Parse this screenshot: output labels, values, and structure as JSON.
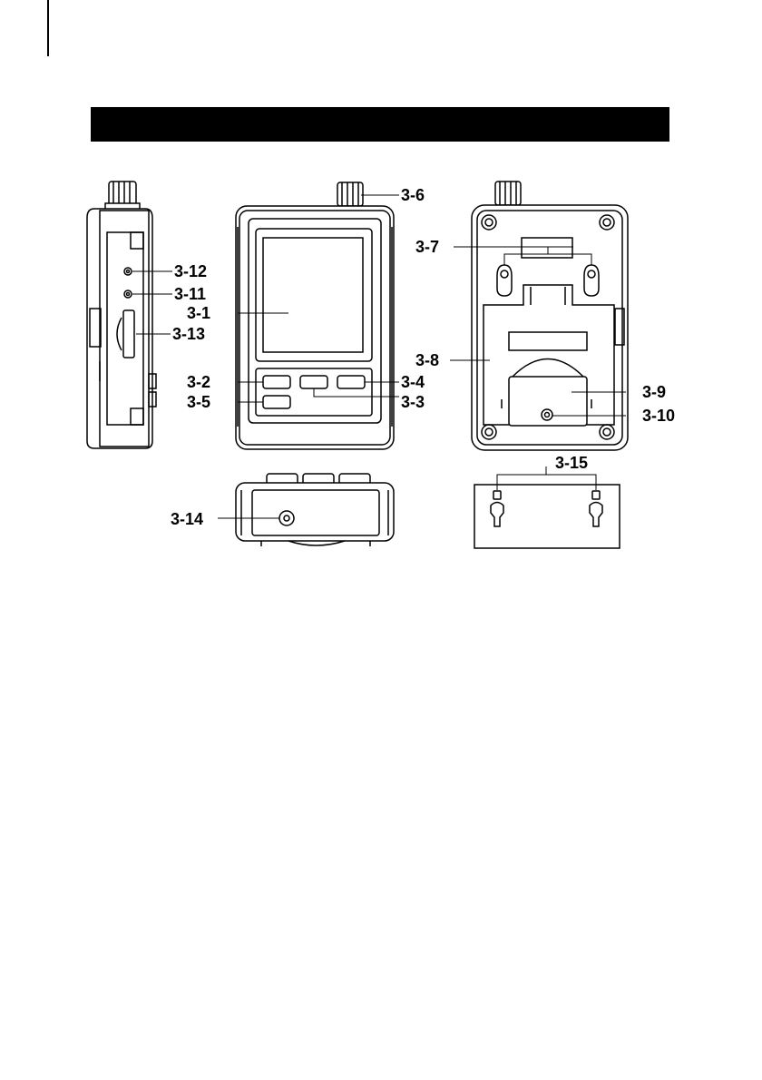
{
  "labels": {
    "l3_1": "3-1",
    "l3_2": "3-2",
    "l3_3": "3-3",
    "l3_4": "3-4",
    "l3_5": "3-5",
    "l3_6": "3-6",
    "l3_7": "3-7",
    "l3_8": "3-8",
    "l3_9": "3-9",
    "l3_10": "3-10",
    "l3_11": "3-11",
    "l3_12": "3-12",
    "l3_13": "3-13",
    "l3_14": "3-14",
    "l3_15": "3-15"
  },
  "colors": {
    "ink": "#000000",
    "paper": "#ffffff",
    "shade": "#eeeeee"
  }
}
